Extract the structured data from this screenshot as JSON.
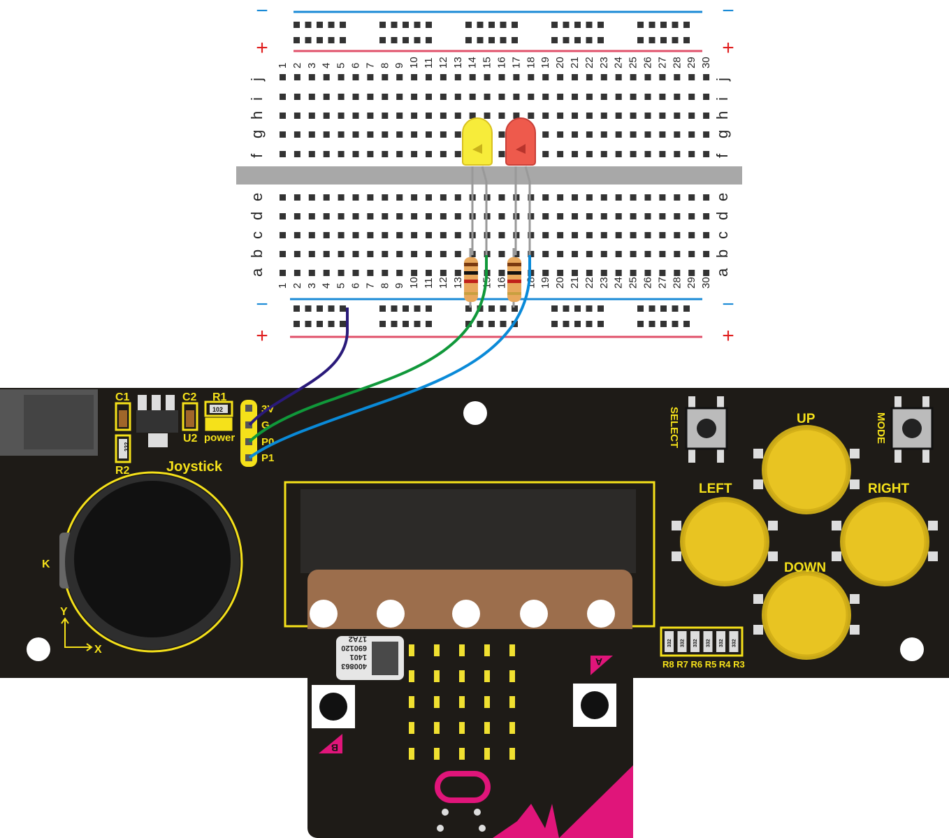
{
  "breadboard": {
    "columns": [
      "1",
      "2",
      "3",
      "4",
      "5",
      "6",
      "7",
      "8",
      "9",
      "10",
      "11",
      "12",
      "13",
      "14",
      "15",
      "16",
      "17",
      "18",
      "19",
      "20",
      "21",
      "22",
      "23",
      "24",
      "25",
      "26",
      "27",
      "28",
      "29",
      "30"
    ],
    "rows_top": [
      "j",
      "i",
      "h",
      "g",
      "f"
    ],
    "rows_bottom": [
      "e",
      "d",
      "c",
      "b",
      "a"
    ],
    "rail_minus": "−",
    "rail_plus": "+"
  },
  "components": {
    "led_yellow_color": "#f7ec3a",
    "led_red_color": "#ee5a4c",
    "wire_colors": {
      "ground": "#2a1a7a",
      "p0": "#10983a",
      "p1": "#0a8ad8"
    }
  },
  "board": {
    "c1": "C1",
    "c2": "C2",
    "r1": "R1",
    "r1_code": "102",
    "r2": "R2",
    "r2_code": "332",
    "u2": "U2",
    "power": "power",
    "pins": [
      "3V",
      "G",
      "P0",
      "P1"
    ],
    "joystick": "Joystick",
    "k": "K",
    "y": "Y",
    "x": "X",
    "select": "SELECT",
    "mode": "MODE",
    "up": "UP",
    "down": "DOWN",
    "left": "LEFT",
    "right": "RIGHT",
    "resistor_code": "332",
    "resistors": "R8 R7 R6 R5 R4 R3"
  },
  "microbit": {
    "sticker": [
      "400863",
      "1401",
      "690120",
      "17A2"
    ],
    "button_a": "A",
    "button_b": "B"
  }
}
